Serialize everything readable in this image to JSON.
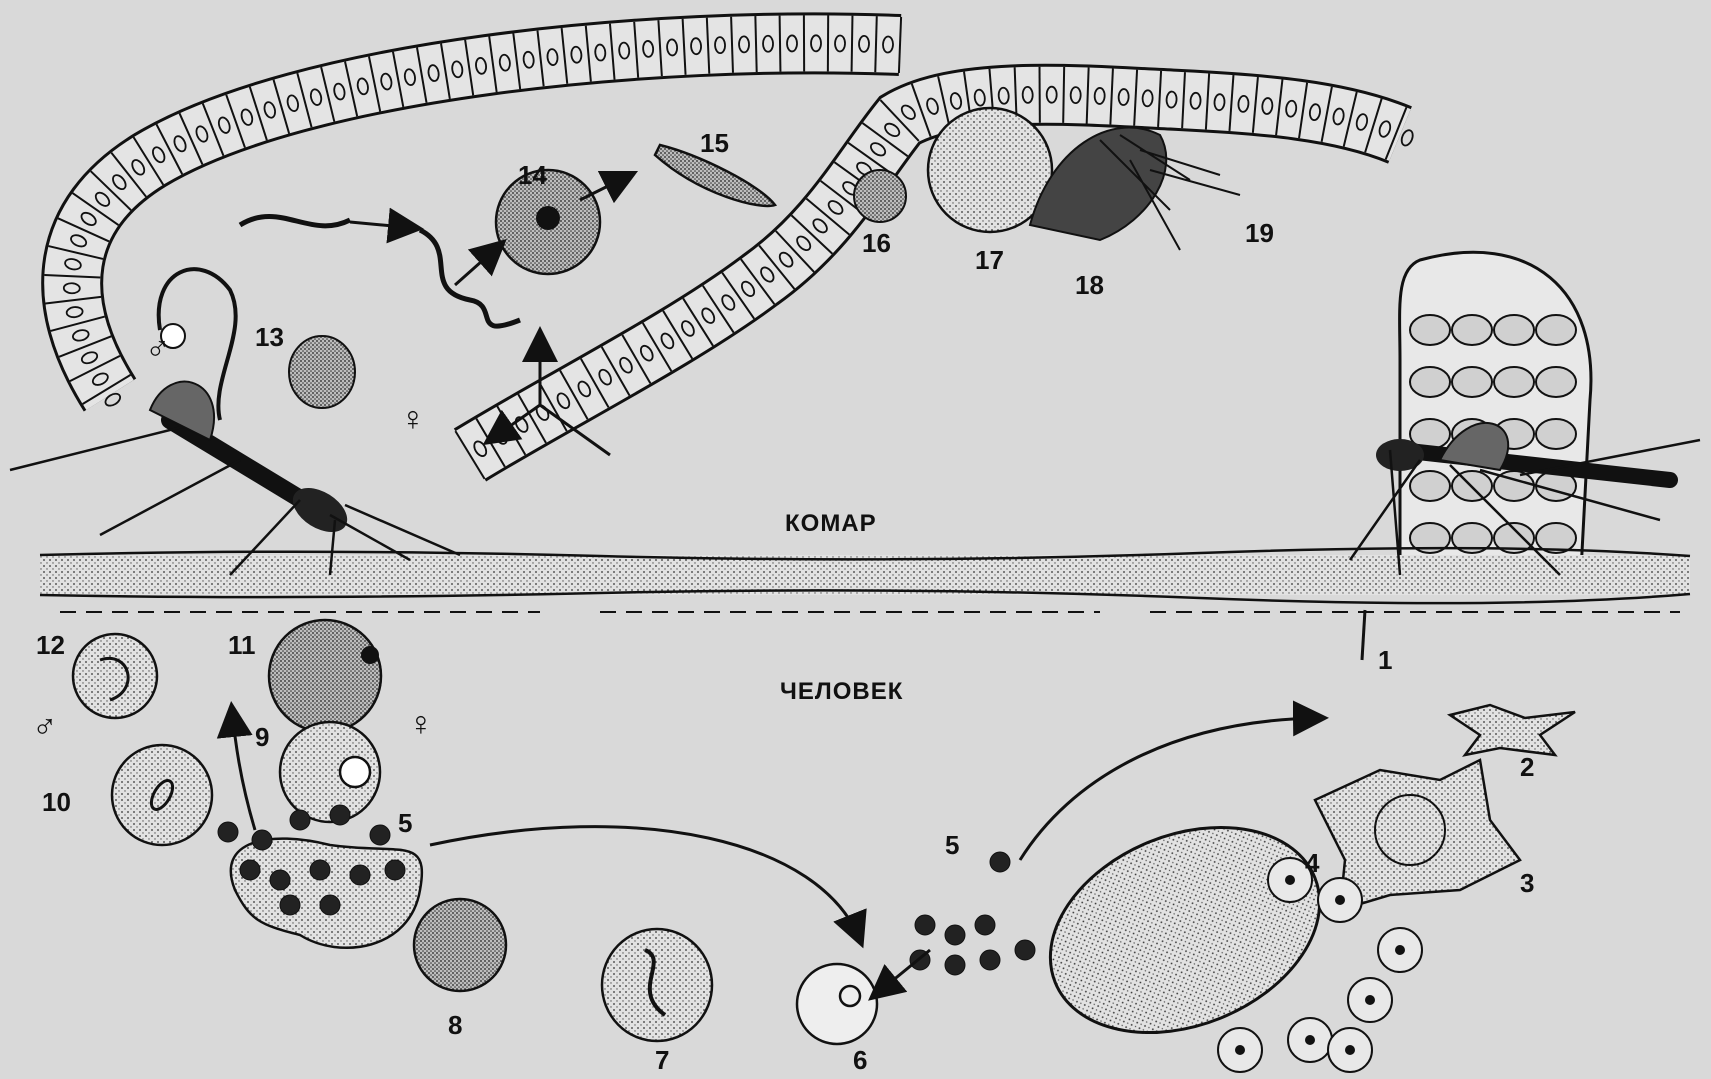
{
  "labels": {
    "mosquito": "КОМАР",
    "human": "ЧЕЛОВЕК",
    "male_symbol": "♂",
    "female_symbol": "♀"
  },
  "stage_numbers": [
    "1",
    "2",
    "3",
    "4",
    "5",
    "5",
    "6",
    "7",
    "8",
    "9",
    "10",
    "11",
    "12",
    "13",
    "14",
    "15",
    "16",
    "17",
    "18",
    "19"
  ],
  "colors": {
    "background": "#d9d9d9",
    "ink": "#111111",
    "cell_fill": "#e6e6e6"
  }
}
